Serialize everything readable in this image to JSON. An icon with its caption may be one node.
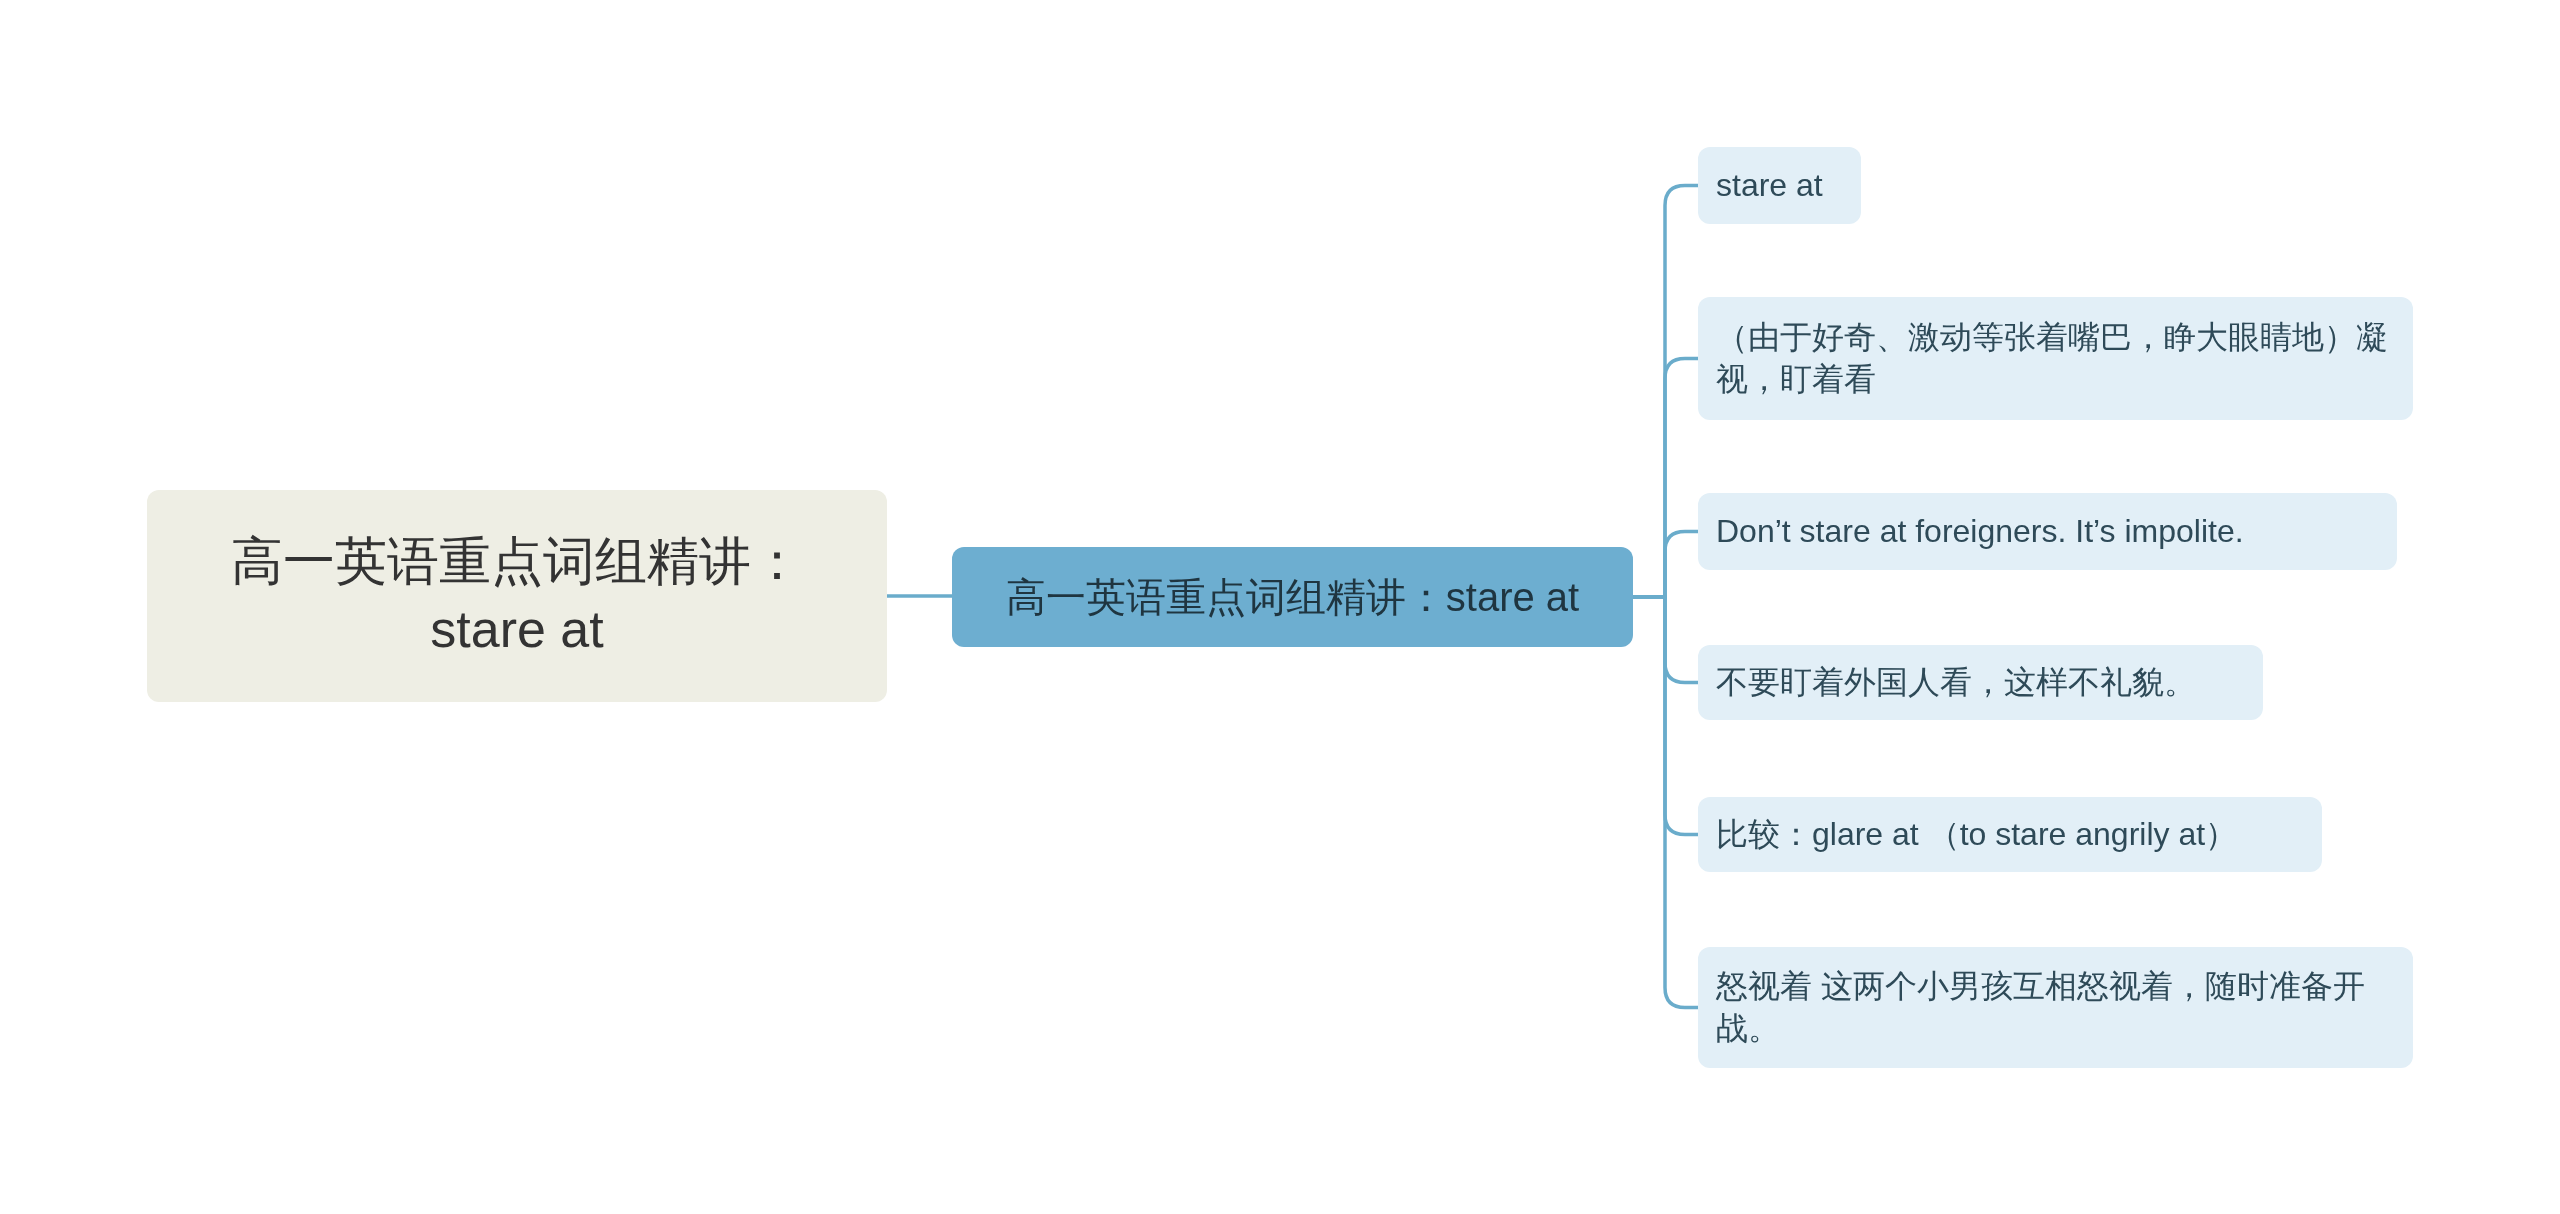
{
  "diagram": {
    "nodes": [
      {
        "text": [
          "高一英语重点词组精讲：stare at"
        ]
      },
      {
        "text": [
          "高一英语重点词组精讲：stare at"
        ]
      },
      {
        "text": [
          "stare at"
        ]
      },
      {
        "text": [
          "（由于好奇、激动等张着嘴巴，睁大眼睛地）凝视，盯着看"
        ]
      },
      {
        "text": [
          "Don’t stare at foreigners. It’s impolite."
        ]
      },
      {
        "text": [
          "不要盯着外国人看，这样不礼貌。"
        ]
      },
      {
        "text": [
          "比较：glare at （to stare angrily at）"
        ]
      },
      {
        "text": [
          "怒视着 这两个小男孩互相怒视着，随时准备开战。"
        ]
      }
    ],
    "edges": [
      {
        "from": 0,
        "to": 1,
        "arrow": "none"
      },
      {
        "from": 1,
        "to": 2,
        "arrow": "none"
      },
      {
        "from": 1,
        "to": 3,
        "arrow": "none"
      },
      {
        "from": 1,
        "to": 4,
        "arrow": "none"
      },
      {
        "from": 1,
        "to": 5,
        "arrow": "none"
      },
      {
        "from": 1,
        "to": 6,
        "arrow": "none"
      },
      {
        "from": 1,
        "to": 7,
        "arrow": "none"
      }
    ]
  }
}
